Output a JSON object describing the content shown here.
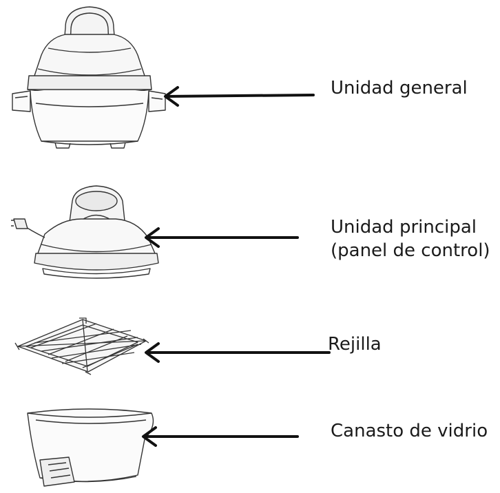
{
  "labels": {
    "general": "Unidad general",
    "principal_line1": "Unidad principal",
    "principal_line2": "(panel de control)",
    "rack": "Rejilla",
    "basket": "Canasto de vidrio"
  }
}
